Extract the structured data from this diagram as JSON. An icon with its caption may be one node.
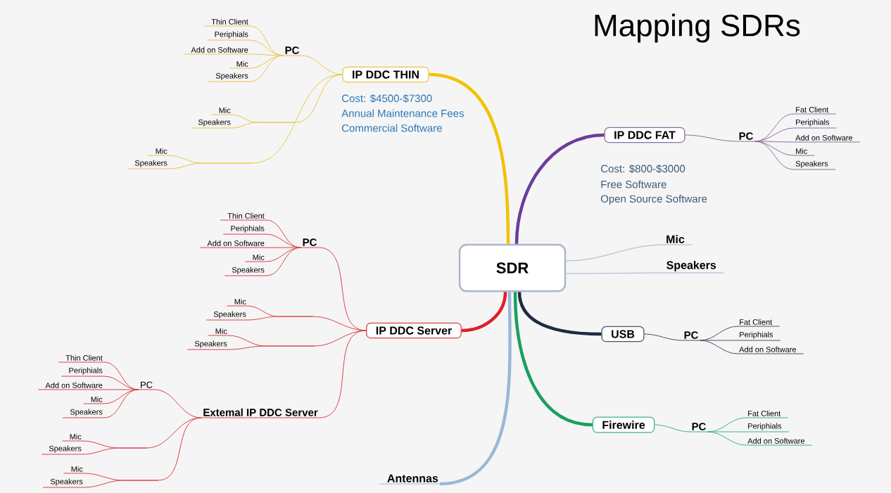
{
  "diagram": {
    "title": "Mapping SDRs",
    "nodes": [
      {
        "text": [
          "SDR"
        ]
      },
      {
        "text": [
          "IP DDC THIN"
        ],
        "beside": [
          "Cost: $4500-$7300",
          "Annual Maintenance Fees",
          "Commercial Software"
        ]
      },
      {
        "text": [
          "PC"
        ]
      },
      {
        "text": [
          "Thin Client"
        ]
      },
      {
        "text": [
          "Periphials"
        ]
      },
      {
        "text": [
          "Add on Software"
        ]
      },
      {
        "text": [
          "Mic"
        ]
      },
      {
        "text": [
          "Speakers"
        ]
      },
      {
        "text": [],
        "shape": "bar"
      },
      {
        "text": [
          "Mic"
        ]
      },
      {
        "text": [
          "Speakers"
        ]
      },
      {
        "text": [],
        "shape": "bar"
      },
      {
        "text": [
          "Mic"
        ]
      },
      {
        "text": [
          "Speakers"
        ]
      },
      {
        "text": [
          "IP DDC FAT"
        ],
        "beside": [
          "Cost: $800-$3000",
          "Free Software",
          "Open Source Software"
        ]
      },
      {
        "text": [
          "PC"
        ]
      },
      {
        "text": [
          "Fat Client"
        ]
      },
      {
        "text": [
          "Periphials"
        ]
      },
      {
        "text": [
          "Add on Software"
        ]
      },
      {
        "text": [
          "Mic"
        ]
      },
      {
        "text": [
          "Speakers"
        ]
      },
      {
        "text": [
          "Mic"
        ]
      },
      {
        "text": [
          "Speakers"
        ]
      },
      {
        "text": [
          "IP DDC Server"
        ]
      },
      {
        "text": [
          "PC"
        ]
      },
      {
        "text": [
          "Thin Client"
        ]
      },
      {
        "text": [
          "Periphials"
        ]
      },
      {
        "text": [
          "Add on Software"
        ]
      },
      {
        "text": [
          "Mic"
        ]
      },
      {
        "text": [
          "Speakers"
        ]
      },
      {
        "text": [],
        "shape": "bar"
      },
      {
        "text": [
          "Mic"
        ]
      },
      {
        "text": [
          "Speakers"
        ]
      },
      {
        "text": [],
        "shape": "bar"
      },
      {
        "text": [
          "Mic"
        ]
      },
      {
        "text": [
          "Speakers"
        ]
      },
      {
        "text": [
          "Extemal IP DDC Server"
        ]
      },
      {
        "text": [
          "PC"
        ]
      },
      {
        "text": [
          "Thin Client"
        ]
      },
      {
        "text": [
          "Periphials"
        ]
      },
      {
        "text": [
          "Add on Software"
        ]
      },
      {
        "text": [
          "Mic"
        ]
      },
      {
        "text": [
          "Speakers"
        ]
      },
      {
        "text": [],
        "shape": "bar"
      },
      {
        "text": [
          "Mic"
        ]
      },
      {
        "text": [
          "Speakers"
        ]
      },
      {
        "text": [],
        "shape": "bar"
      },
      {
        "text": [
          "Mic"
        ]
      },
      {
        "text": [
          "Speakers"
        ]
      },
      {
        "text": [
          "USB"
        ]
      },
      {
        "text": [
          "PC"
        ]
      },
      {
        "text": [
          "Fat Client"
        ]
      },
      {
        "text": [
          "Periphials"
        ]
      },
      {
        "text": [
          "Add on Software"
        ]
      },
      {
        "text": [
          "Firewire"
        ]
      },
      {
        "text": [
          "PC"
        ]
      },
      {
        "text": [
          "Fat Client"
        ]
      },
      {
        "text": [
          "Periphials"
        ]
      },
      {
        "text": [
          "Add on Software"
        ]
      },
      {
        "text": [
          "Antennas"
        ]
      }
    ],
    "edges": [
      {
        "from": 0,
        "to": 1,
        "arrow": "none",
        "style": "thick",
        "color": "#f2c200"
      },
      {
        "from": 1,
        "to": 2,
        "arrow": "none",
        "color": "#e8c64a"
      },
      {
        "from": 2,
        "to": 3,
        "arrow": "none",
        "color": "#e8c64a"
      },
      {
        "from": 2,
        "to": 4,
        "arrow": "none",
        "color": "#e8c64a"
      },
      {
        "from": 2,
        "to": 5,
        "arrow": "none",
        "color": "#e8c64a"
      },
      {
        "from": 2,
        "to": 6,
        "arrow": "none",
        "color": "#e8c64a"
      },
      {
        "from": 2,
        "to": 7,
        "arrow": "none",
        "color": "#e8c64a"
      },
      {
        "from": 1,
        "to": 8,
        "arrow": "none",
        "color": "#e8c64a"
      },
      {
        "from": 8,
        "to": 9,
        "arrow": "none",
        "color": "#e8c64a"
      },
      {
        "from": 8,
        "to": 10,
        "arrow": "none",
        "color": "#e8c64a"
      },
      {
        "from": 1,
        "to": 11,
        "arrow": "none",
        "color": "#e8c64a"
      },
      {
        "from": 11,
        "to": 12,
        "arrow": "none",
        "color": "#e8c64a"
      },
      {
        "from": 11,
        "to": 13,
        "arrow": "none",
        "color": "#e8c64a"
      },
      {
        "from": 0,
        "to": 14,
        "arrow": "none",
        "style": "thick",
        "color": "#6a3d9a"
      },
      {
        "from": 14,
        "to": 15,
        "arrow": "none",
        "color": "#8e6e9e"
      },
      {
        "from": 15,
        "to": 16,
        "arrow": "none",
        "color": "#8e6e9e"
      },
      {
        "from": 15,
        "to": 17,
        "arrow": "none",
        "color": "#8e6e9e"
      },
      {
        "from": 15,
        "to": 18,
        "arrow": "none",
        "color": "#8e6e9e"
      },
      {
        "from": 15,
        "to": 19,
        "arrow": "none",
        "color": "#8e6e9e"
      },
      {
        "from": 15,
        "to": 20,
        "arrow": "none",
        "color": "#8e6e9e"
      },
      {
        "from": 0,
        "to": 21,
        "arrow": "none",
        "color": "#9bb7d8"
      },
      {
        "from": 0,
        "to": 22,
        "arrow": "none",
        "color": "#9bb7d8"
      },
      {
        "from": 0,
        "to": 23,
        "arrow": "none",
        "style": "thick",
        "color": "#e0202a"
      },
      {
        "from": 23,
        "to": 24,
        "arrow": "none",
        "color": "#d9434a"
      },
      {
        "from": 24,
        "to": 25,
        "arrow": "none",
        "color": "#d9434a"
      },
      {
        "from": 24,
        "to": 26,
        "arrow": "none",
        "color": "#d9434a"
      },
      {
        "from": 24,
        "to": 27,
        "arrow": "none",
        "color": "#d9434a"
      },
      {
        "from": 24,
        "to": 28,
        "arrow": "none",
        "color": "#d9434a"
      },
      {
        "from": 24,
        "to": 29,
        "arrow": "none",
        "color": "#d9434a"
      },
      {
        "from": 23,
        "to": 30,
        "arrow": "none",
        "color": "#d9434a"
      },
      {
        "from": 30,
        "to": 31,
        "arrow": "none",
        "color": "#d9434a"
      },
      {
        "from": 30,
        "to": 32,
        "arrow": "none",
        "color": "#d9434a"
      },
      {
        "from": 23,
        "to": 33,
        "arrow": "none",
        "color": "#d9434a"
      },
      {
        "from": 33,
        "to": 34,
        "arrow": "none",
        "color": "#d9434a"
      },
      {
        "from": 33,
        "to": 35,
        "arrow": "none",
        "color": "#d9434a"
      },
      {
        "from": 23,
        "to": 36,
        "arrow": "none",
        "color": "#d9434a"
      },
      {
        "from": 36,
        "to": 37,
        "arrow": "none",
        "color": "#d9434a"
      },
      {
        "from": 37,
        "to": 38,
        "arrow": "none",
        "color": "#d9434a"
      },
      {
        "from": 37,
        "to": 39,
        "arrow": "none",
        "color": "#d9434a"
      },
      {
        "from": 37,
        "to": 40,
        "arrow": "none",
        "color": "#d9434a"
      },
      {
        "from": 37,
        "to": 41,
        "arrow": "none",
        "color": "#d9434a"
      },
      {
        "from": 37,
        "to": 42,
        "arrow": "none",
        "color": "#d9434a"
      },
      {
        "from": 36,
        "to": 43,
        "arrow": "none",
        "color": "#d9434a"
      },
      {
        "from": 43,
        "to": 44,
        "arrow": "none",
        "color": "#d9434a"
      },
      {
        "from": 43,
        "to": 45,
        "arrow": "none",
        "color": "#d9434a"
      },
      {
        "from": 36,
        "to": 46,
        "arrow": "none",
        "color": "#d9434a"
      },
      {
        "from": 46,
        "to": 47,
        "arrow": "none",
        "color": "#d9434a"
      },
      {
        "from": 46,
        "to": 48,
        "arrow": "none",
        "color": "#d9434a"
      },
      {
        "from": 0,
        "to": 49,
        "arrow": "none",
        "style": "thick",
        "color": "#1f2a44"
      },
      {
        "from": 49,
        "to": 50,
        "arrow": "none",
        "color": "#4a5068"
      },
      {
        "from": 50,
        "to": 51,
        "arrow": "none",
        "color": "#4a5068"
      },
      {
        "from": 50,
        "to": 52,
        "arrow": "none",
        "color": "#4a5068"
      },
      {
        "from": 50,
        "to": 53,
        "arrow": "none",
        "color": "#4a5068"
      },
      {
        "from": 0,
        "to": 54,
        "arrow": "none",
        "style": "thick",
        "color": "#1aa05e"
      },
      {
        "from": 54,
        "to": 55,
        "arrow": "none",
        "color": "#3fb38a"
      },
      {
        "from": 55,
        "to": 56,
        "arrow": "none",
        "color": "#3fb38a"
      },
      {
        "from": 55,
        "to": 57,
        "arrow": "none",
        "color": "#3fb38a"
      },
      {
        "from": 55,
        "to": 58,
        "arrow": "none",
        "color": "#3fb38a"
      },
      {
        "from": 0,
        "to": 59,
        "arrow": "none",
        "style": "thick",
        "color": "#9bb7d8"
      }
    ]
  }
}
